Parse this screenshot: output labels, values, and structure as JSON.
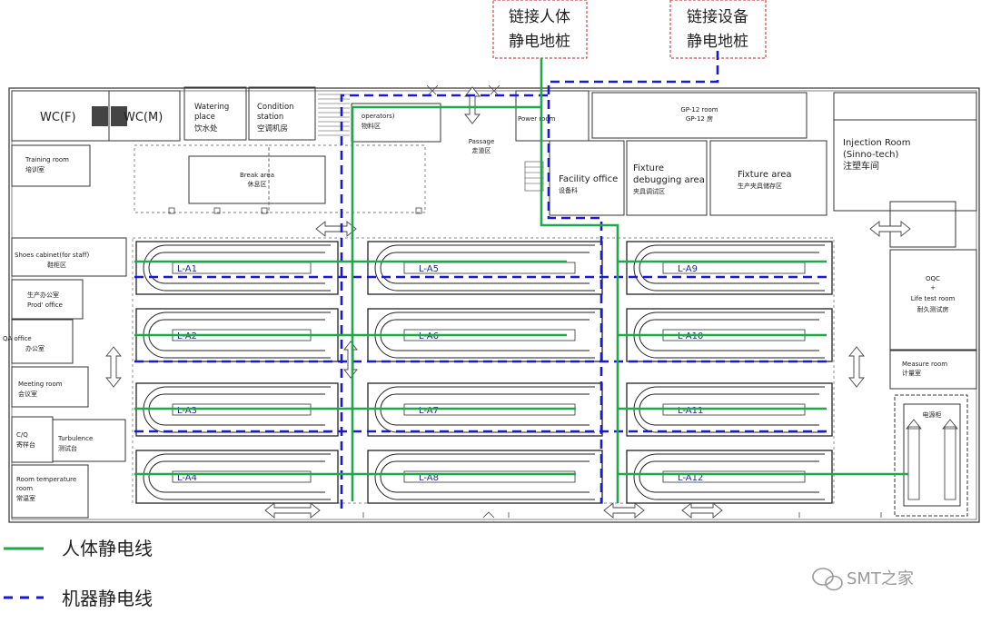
{
  "callouts": {
    "body_ground": [
      "链接人体",
      "静电地桩"
    ],
    "equipment_ground": [
      "链接设备",
      "静电地桩"
    ]
  },
  "rooms": {
    "wc_f": "WC(F)",
    "wc_m": "WC(M)",
    "watering": [
      "Watering",
      "place",
      "饮水处"
    ],
    "condition": [
      "Condition",
      "station",
      "空调机房"
    ],
    "operators": [
      "operators)",
      "物料区"
    ],
    "power": "Power room",
    "gp_room": [
      "GP-12 room",
      "GP-12 房"
    ],
    "injection": [
      "Injection Room",
      "(Sinno-tech)",
      "注塑车间"
    ],
    "training": [
      "Training room",
      "培训室"
    ],
    "break_area": [
      "Break area",
      "休息区"
    ],
    "passage": [
      "Passage",
      "走道区"
    ],
    "facility": [
      "Facility office",
      "设备科"
    ],
    "fixture_debug": [
      "Fixture",
      "debugging area",
      "夹具调试区"
    ],
    "fixture_area": [
      "Fixture area",
      "生产夹具储存区"
    ],
    "shoes": [
      "Shoes cabinet(for staff)",
      "鞋柜区"
    ],
    "prod_office": [
      "生产办公室",
      "Prod' office"
    ],
    "qa_office": [
      "QA office",
      "办公室"
    ],
    "meeting": [
      "Meeting room",
      "会议室"
    ],
    "cq": [
      "C/Q",
      "寄样台"
    ],
    "turbulence": [
      "Turbulence",
      "测试台"
    ],
    "room_temp": [
      "Room temperature",
      "room",
      "常温室"
    ],
    "oqc": [
      "OQC",
      "+",
      "Life test room",
      "耐久测试房"
    ],
    "measure": [
      "Measure room",
      "计量室"
    ],
    "electric": "电源柜"
  },
  "lines": [
    "L-A1",
    "L-A5",
    "L-A9",
    "L-A2",
    "L-A6",
    "L-A10",
    "L-A3",
    "L-A7",
    "L-A11",
    "L-A4",
    "L-A8",
    "L-A12"
  ],
  "legend": {
    "body_line": "人体静电线",
    "machine_line": "机器静电线",
    "body_color": "#1ea84a",
    "machine_color": "#1a1acc"
  },
  "watermark": "SMT之家",
  "colors": {
    "callout_border": "#cc2222",
    "wall": "#333333"
  }
}
